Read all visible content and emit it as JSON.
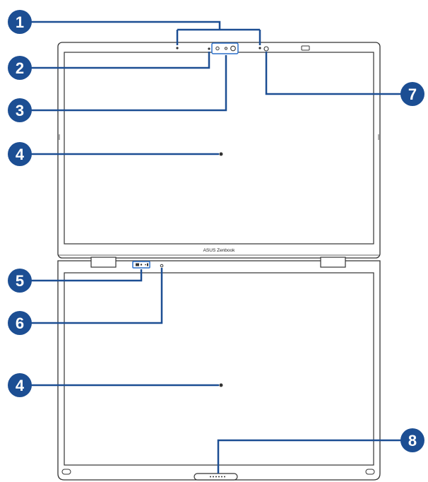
{
  "colors": {
    "badge": "#1c4e93",
    "callout_line": "#1c4e93",
    "outline": "#333333",
    "highlight": "#2a6fc9",
    "background": "#ffffff"
  },
  "brand_label": "ASUS Zenbook",
  "callouts": [
    {
      "number": "1",
      "target": "array-microphones"
    },
    {
      "number": "2",
      "target": "camera-indicator"
    },
    {
      "number": "3",
      "target": "camera-module"
    },
    {
      "number": "4",
      "target": "upper-touchscreen"
    },
    {
      "number": "5",
      "target": "ambient-light-sensor"
    },
    {
      "number": "6",
      "target": "lower-status-indicator"
    },
    {
      "number": "4",
      "target": "lower-touchscreen"
    },
    {
      "number": "7",
      "target": "camera-shield-marker"
    },
    {
      "number": "8",
      "target": "pogo-connector"
    }
  ]
}
